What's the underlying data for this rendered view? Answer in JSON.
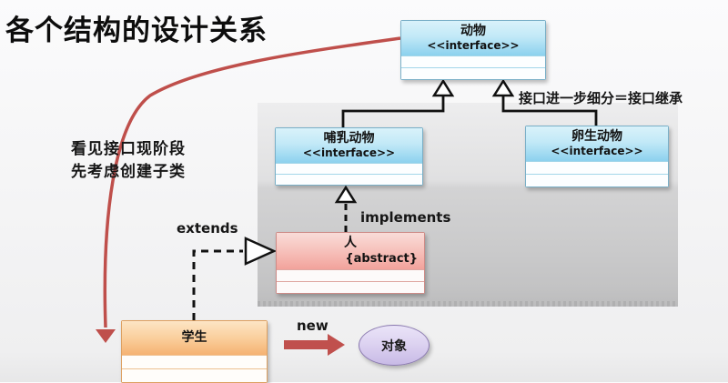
{
  "title": "各个结构的设计关系",
  "annotations": {
    "interface_note": "接口进一步细分＝接口继承",
    "hint_line1": "看见接口现阶段",
    "hint_line2": "先考虑创建子类"
  },
  "labels": {
    "extends": "extends",
    "implements": "implements",
    "new": "new"
  },
  "classes": {
    "animal": {
      "name": "动物",
      "stereotype": "<<interface>>"
    },
    "mammal": {
      "name": "哺乳动物",
      "stereotype": "<<interface>>"
    },
    "oviparous": {
      "name": "卵生动物",
      "stereotype": "<<interface>>"
    },
    "person": {
      "name": "人",
      "modifier": "{abstract}"
    },
    "student": {
      "name": "学生"
    }
  },
  "object_node": {
    "label": "对象"
  },
  "colors": {
    "red_accent": "#c0504d",
    "blue_header": "#8cd1ee",
    "pink_header": "#f2a29b",
    "orange_header": "#f5b272",
    "purple_fill": "#c8bae6",
    "panel_gray": "#c9c9ca"
  }
}
